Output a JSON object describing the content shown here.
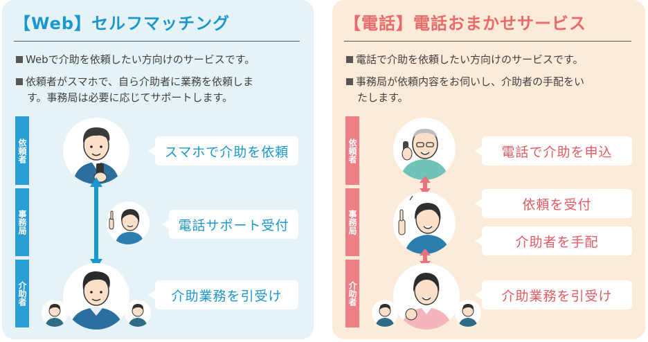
{
  "panels": [
    {
      "title": "【Web】セルフマッチング",
      "desc1": "Webで介助を依頼したい方向けのサービスです。",
      "desc2_line1": "依頼者がスマホで、自ら介助者に業務を依頼しま",
      "desc2_line2": "す。事務局は必要に応じてサポートします。",
      "tags": [
        "依頼者",
        "事務局",
        "介助者"
      ],
      "bubbles": [
        "スマホで介助を依頼",
        "電話サポート受付",
        "介助業務を引受け"
      ],
      "accent": "#1b97cf"
    },
    {
      "title": "【電話】電話おまかせサービス",
      "desc1": "電話で介助を依頼したい方向けのサービスです。",
      "desc2_line1": "事務局が依頼内容をお伺いし、介助者の手配をい",
      "desc2_line2": "たします。",
      "tags": [
        "依頼者",
        "事務局",
        "介助者"
      ],
      "bubbles": [
        "電話で介助を申込",
        "依頼を受付",
        "介助者を手配",
        "介助業務を引受け"
      ],
      "accent": "#e96a6a"
    }
  ],
  "icons": [
    "smartphone-man-icon",
    "operator-woman-icon",
    "caregiver-man-icon",
    "elderly-phone-man-icon",
    "caregiver-woman-icon",
    "double-arrow-icon",
    "small-person-icon"
  ]
}
